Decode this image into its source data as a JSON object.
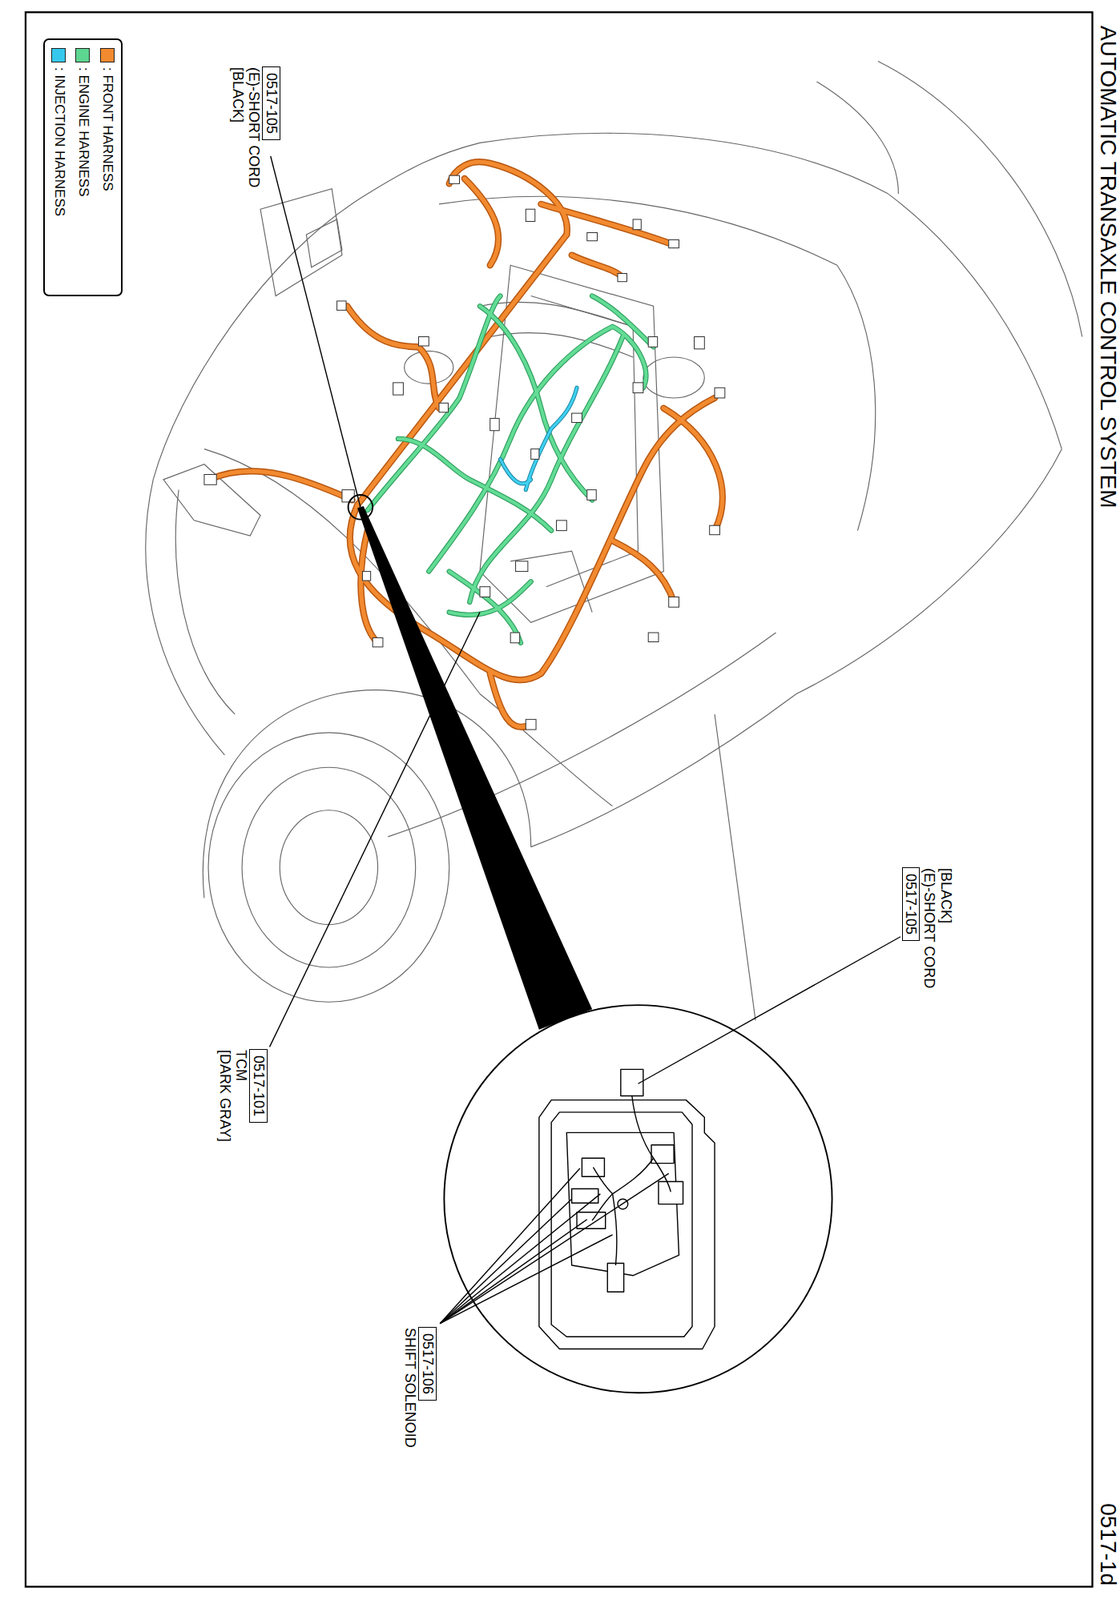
{
  "diagram": {
    "title": "AUTOMATIC TRANSAXLE CONTROL SYSTEM",
    "nodes": [
      {
        "text": [
          "0517-105",
          "(E)-SHORT CORD",
          "[BLACK]"
        ]
      },
      {
        "text": [
          "0517-106",
          "SHIFT SOLENOID"
        ]
      },
      {
        "text": [
          "0517-105",
          "(E)-SHORT CORD",
          "[BLACK]"
        ]
      },
      {
        "text": [
          "0517-101",
          "TCM",
          "[DARK GRAY]"
        ]
      }
    ],
    "labels": [
      "0517-1d"
    ],
    "legend": [
      {
        "text": ": FRONT HARNESS",
        "color": "#f28a30"
      },
      {
        "text": ": ENGINE HARNESS",
        "color": "#5cd690"
      },
      {
        "text": ": INJECTION HARNESS",
        "color": "#35c8ec"
      }
    ]
  }
}
